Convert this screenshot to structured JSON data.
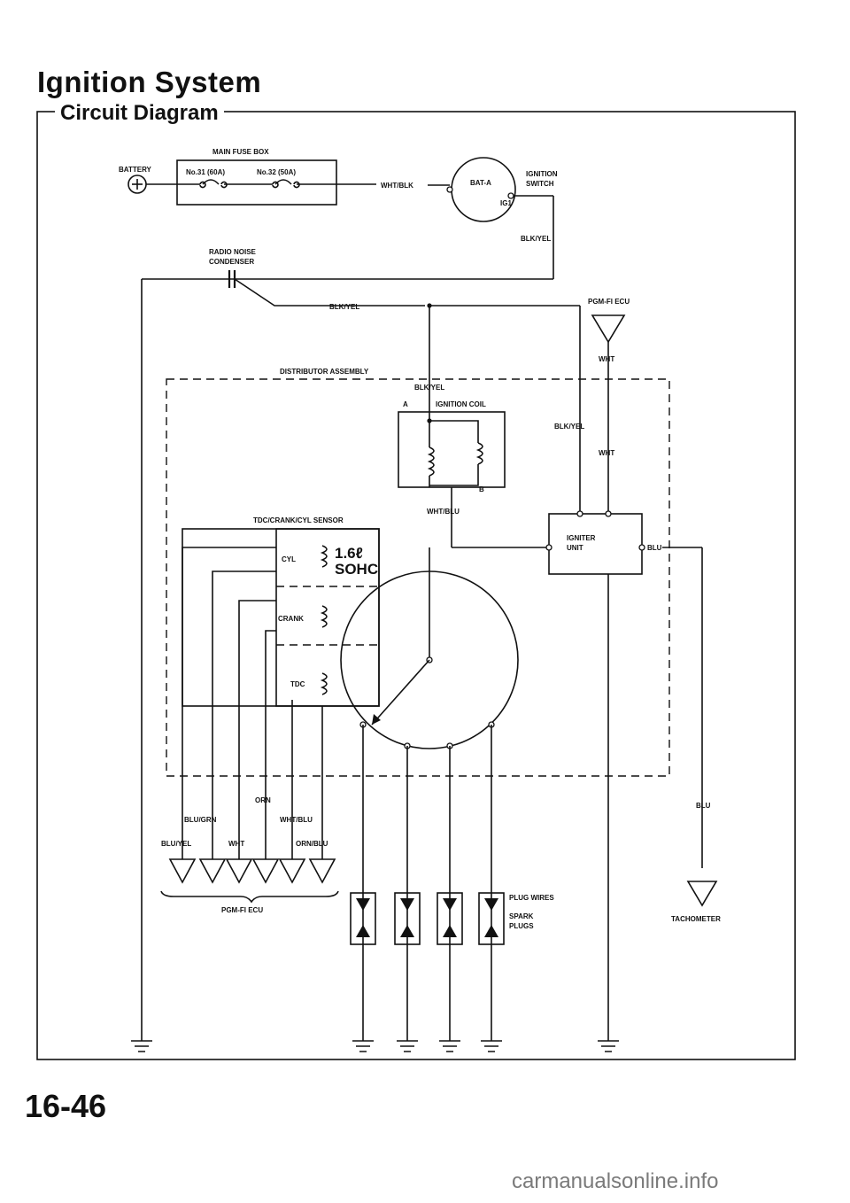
{
  "header": {
    "title": "Ignition System",
    "section": "Circuit Diagram"
  },
  "labels": {
    "main_fuse_box": "MAIN FUSE BOX",
    "battery": "BATTERY",
    "fuse_31": "No.31 (60A)",
    "fuse_32": "No.32 (50A)",
    "wht_blk": "WHT/BLK",
    "bat_a": "BAT-A",
    "ig1": "IG1",
    "ignition": "IGNITION",
    "switch": "SWITCH",
    "blk_yel_switch": "BLK/YEL",
    "radio": "RADIO NOISE",
    "condenser": "CONDENSER",
    "blk_yel_main": "BLK/YEL",
    "pgm_fi_ecu_top": "PGM-FI ECU",
    "wht_top": "WHT",
    "distributor_assembly": "DISTRIBUTOR ASSEMBLY",
    "blk_yel_coil": "BLK/YEL",
    "coil_a": "A",
    "ignition_coil": "IGNITION COIL",
    "blk_yel_right": "BLK/YEL",
    "wht_right": "WHT",
    "coil_b": "B",
    "wht_blu": "WHT/BLU",
    "sensor": "TDC/CRANK/CYL SENSOR",
    "cyl": "CYL",
    "engine_size": "1.6ℓ",
    "engine_type": "SOHC",
    "crank": "CRANK",
    "tdc": "TDC",
    "igniter": "IGNITER",
    "unit": "UNIT",
    "blu_igniter": "BLU",
    "orn": "ORN",
    "blu_grn": "BLU/GRN",
    "wht_blu_bottom": "WHT/BLU",
    "blu_yel": "BLU/YEL",
    "wht_bottom": "WHT",
    "orn_blu": "ORN/BLU",
    "pgm_fi_ecu_bottom": "PGM-FI ECU",
    "plug_wires": "PLUG WIRES",
    "spark": "SPARK",
    "plugs": "PLUGS",
    "blu_tach": "BLU",
    "tachometer": "TACHOMETER"
  },
  "footer": {
    "page_number": "16-46",
    "watermark": "carmanualsonline.info"
  }
}
